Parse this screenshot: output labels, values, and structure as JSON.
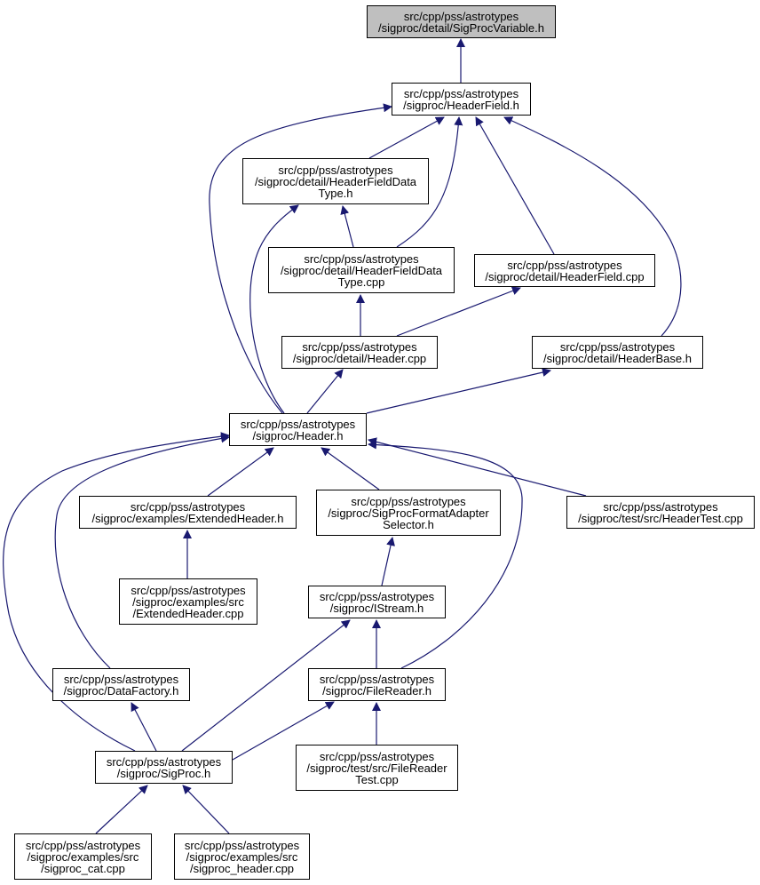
{
  "colors": {
    "edge": "#191970",
    "node_border": "#000000",
    "root_fill": "#bfbfbf",
    "node_fill": "#ffffff"
  },
  "nodes": [
    {
      "id": "sigprocvariable_h",
      "lines": [
        "src/cpp/pss/astrotypes",
        "/sigproc/detail/SigProcVariable.h"
      ],
      "root": true
    },
    {
      "id": "headerfield_h",
      "lines": [
        "src/cpp/pss/astrotypes",
        "/sigproc/HeaderField.h"
      ]
    },
    {
      "id": "headerfielddatatype_h",
      "lines": [
        "src/cpp/pss/astrotypes",
        "/sigproc/detail/HeaderFieldData",
        "Type.h"
      ]
    },
    {
      "id": "headerfielddatatype_cpp",
      "lines": [
        "src/cpp/pss/astrotypes",
        "/sigproc/detail/HeaderFieldData",
        "Type.cpp"
      ]
    },
    {
      "id": "headerfield_cpp",
      "lines": [
        "src/cpp/pss/astrotypes",
        "/sigproc/detail/HeaderField.cpp"
      ]
    },
    {
      "id": "header_cpp",
      "lines": [
        "src/cpp/pss/astrotypes",
        "/sigproc/detail/Header.cpp"
      ]
    },
    {
      "id": "headerbase_h",
      "lines": [
        "src/cpp/pss/astrotypes",
        "/sigproc/detail/HeaderBase.h"
      ]
    },
    {
      "id": "header_h",
      "lines": [
        "src/cpp/pss/astrotypes",
        "/sigproc/Header.h"
      ]
    },
    {
      "id": "extendedheader_h",
      "lines": [
        "src/cpp/pss/astrotypes",
        "/sigproc/examples/ExtendedHeader.h"
      ]
    },
    {
      "id": "sigprocformatadapterselector_h",
      "lines": [
        "src/cpp/pss/astrotypes",
        "/sigproc/SigProcFormatAdapter",
        "Selector.h"
      ]
    },
    {
      "id": "headertest_cpp",
      "lines": [
        "src/cpp/pss/astrotypes",
        "/sigproc/test/src/HeaderTest.cpp"
      ]
    },
    {
      "id": "extendedheader_cpp",
      "lines": [
        "src/cpp/pss/astrotypes",
        "/sigproc/examples/src",
        "/ExtendedHeader.cpp"
      ]
    },
    {
      "id": "istream_h",
      "lines": [
        "src/cpp/pss/astrotypes",
        "/sigproc/IStream.h"
      ]
    },
    {
      "id": "datafactory_h",
      "lines": [
        "src/cpp/pss/astrotypes",
        "/sigproc/DataFactory.h"
      ]
    },
    {
      "id": "filereader_h",
      "lines": [
        "src/cpp/pss/astrotypes",
        "/sigproc/FileReader.h"
      ]
    },
    {
      "id": "sigproc_h",
      "lines": [
        "src/cpp/pss/astrotypes",
        "/sigproc/SigProc.h"
      ]
    },
    {
      "id": "filereadertest_cpp",
      "lines": [
        "src/cpp/pss/astrotypes",
        "/sigproc/test/src/FileReader",
        "Test.cpp"
      ]
    },
    {
      "id": "sigproc_cat_cpp",
      "lines": [
        "src/cpp/pss/astrotypes",
        "/sigproc/examples/src",
        "/sigproc_cat.cpp"
      ]
    },
    {
      "id": "sigproc_header_cpp",
      "lines": [
        "src/cpp/pss/astrotypes",
        "/sigproc/examples/src",
        "/sigproc_header.cpp"
      ]
    }
  ],
  "edges": [
    {
      "from": "headerfield_h",
      "to": "sigprocvariable_h"
    },
    {
      "from": "headerfielddatatype_h",
      "to": "headerfield_h"
    },
    {
      "from": "headerfielddatatype_cpp",
      "to": "headerfield_h"
    },
    {
      "from": "headerfield_cpp",
      "to": "headerfield_h"
    },
    {
      "from": "headerbase_h",
      "to": "headerfield_h"
    },
    {
      "from": "header_h",
      "to": "headerfield_h"
    },
    {
      "from": "headerfielddatatype_cpp",
      "to": "headerfielddatatype_h"
    },
    {
      "from": "header_h",
      "to": "headerfielddatatype_h"
    },
    {
      "from": "header_cpp",
      "to": "headerfielddatatype_cpp"
    },
    {
      "from": "header_cpp",
      "to": "headerfield_cpp"
    },
    {
      "from": "header_h",
      "to": "header_cpp"
    },
    {
      "from": "header_h",
      "to": "headerbase_h"
    },
    {
      "from": "extendedheader_h",
      "to": "header_h"
    },
    {
      "from": "sigprocformatadapterselector_h",
      "to": "header_h"
    },
    {
      "from": "headertest_cpp",
      "to": "header_h"
    },
    {
      "from": "datafactory_h",
      "to": "header_h"
    },
    {
      "from": "filereader_h",
      "to": "header_h"
    },
    {
      "from": "sigproc_h",
      "to": "header_h"
    },
    {
      "from": "extendedheader_cpp",
      "to": "extendedheader_h"
    },
    {
      "from": "istream_h",
      "to": "sigprocformatadapterselector_h"
    },
    {
      "from": "filereader_h",
      "to": "istream_h"
    },
    {
      "from": "sigproc_h",
      "to": "istream_h"
    },
    {
      "from": "sigproc_h",
      "to": "datafactory_h"
    },
    {
      "from": "sigproc_h",
      "to": "filereader_h"
    },
    {
      "from": "filereadertest_cpp",
      "to": "filereader_h"
    },
    {
      "from": "sigproc_cat_cpp",
      "to": "sigproc_h"
    },
    {
      "from": "sigproc_header_cpp",
      "to": "sigproc_h"
    }
  ]
}
